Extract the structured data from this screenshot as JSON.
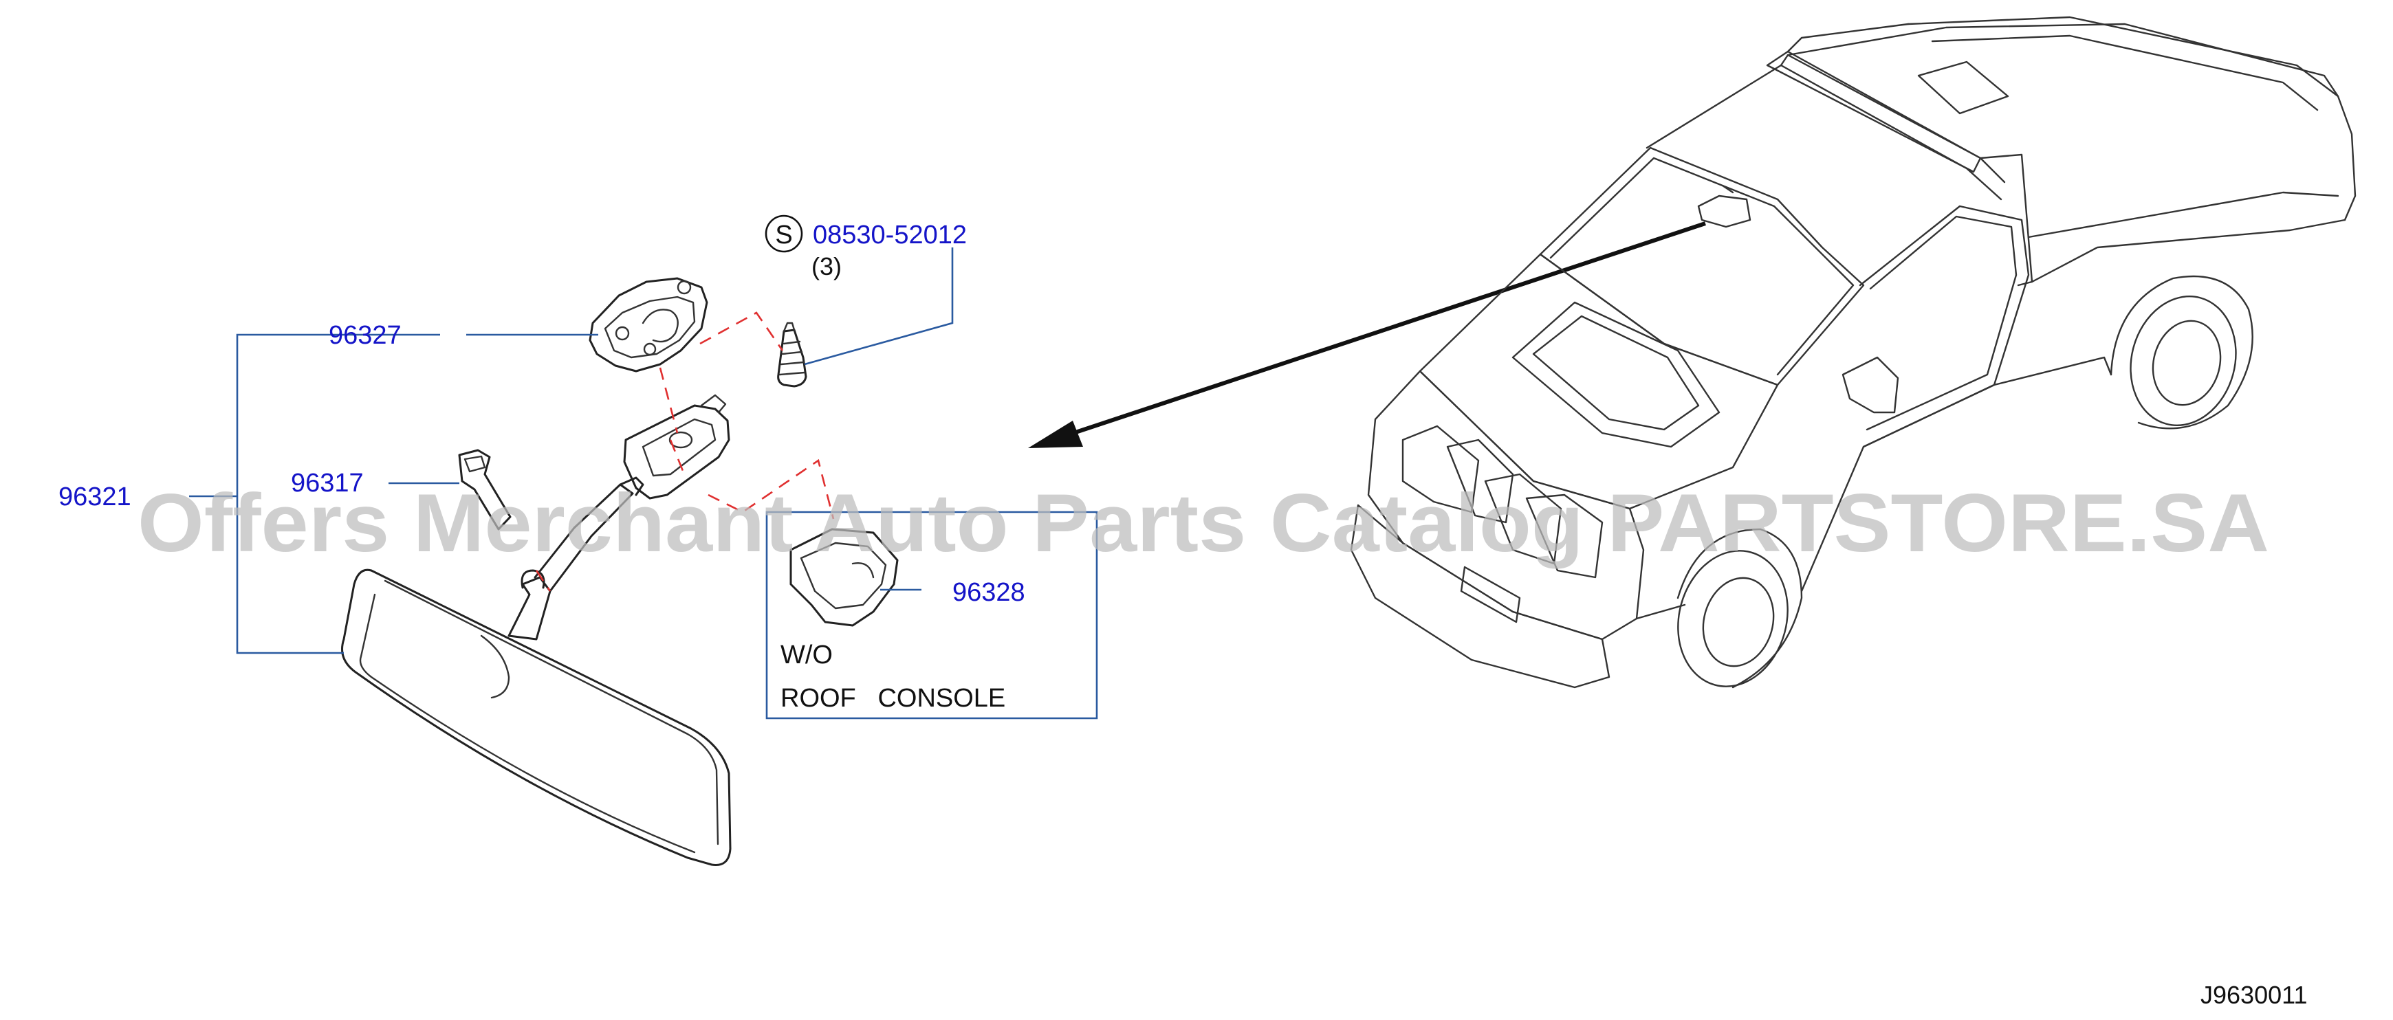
{
  "callouts": {
    "p96327": "96327",
    "p96321": "96321",
    "p96317": "96317",
    "p96328": "96328",
    "screw_symbol": "S",
    "screw_part": "08530-52012",
    "screw_qty": "(3)"
  },
  "variant_box": {
    "line1": "W/O",
    "line2": "ROOF   CONSOLE"
  },
  "watermark": "Offers Merchant Auto Parts Catalog PARTSTORE.SA",
  "diagram_code": "J9630011",
  "colors": {
    "part_number_text": "#1414c8",
    "leader_lines": "#2a5aa0",
    "dashed_assembly_lines": "#e03030",
    "line_art": "#222222",
    "watermark": "#bcbcbc"
  }
}
